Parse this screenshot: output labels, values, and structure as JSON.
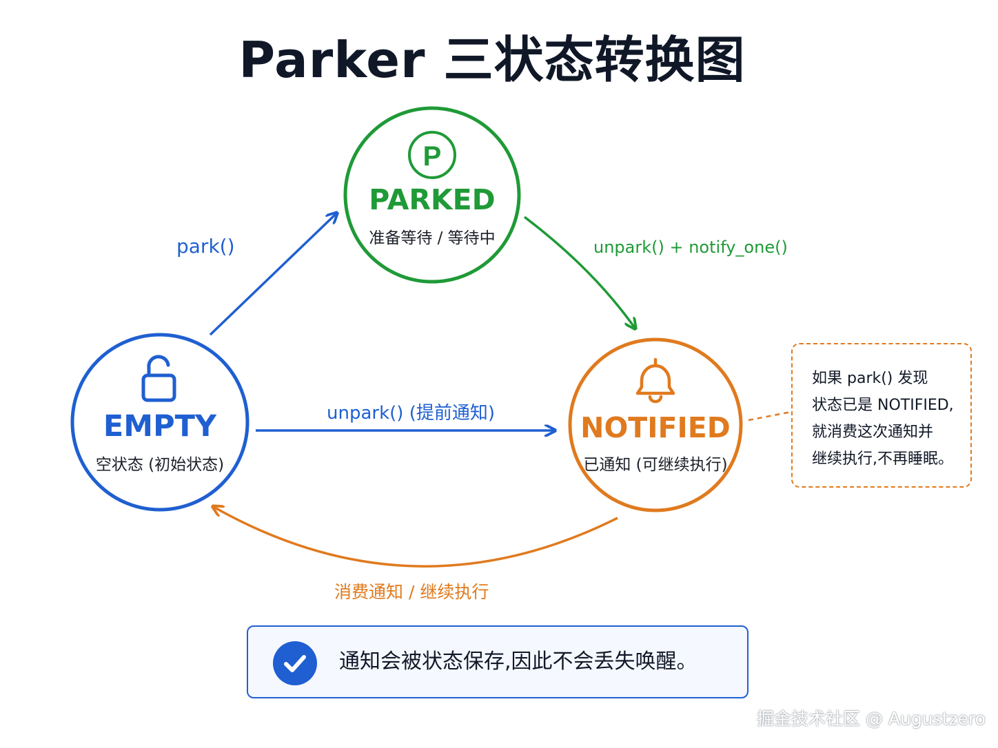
{
  "title": "Parker 三状态转换图",
  "colors": {
    "blue": "#1f5fd1",
    "green": "#1f9a37",
    "orange": "#e07a1e",
    "dark": "#101828"
  },
  "nodes": {
    "parked": {
      "icon": "P",
      "icon_name": "parking-circle-icon",
      "title": "PARKED",
      "subtitle": "准备等待 / 等待中"
    },
    "empty": {
      "icon_name": "unlocked-padlock-icon",
      "title": "EMPTY",
      "subtitle": "空状态 (初始状态)"
    },
    "notified": {
      "icon_name": "bell-icon",
      "title": "NOTIFIED",
      "subtitle": "已通知 (可继续执行)"
    }
  },
  "edges": {
    "park": "park()",
    "unpark_notify": "unpark() + notify_one()",
    "unpark_early": "unpark() (提前通知)",
    "consume": "消费通知 / 继续执行"
  },
  "note": {
    "lines": [
      "如果 park() 发现",
      "状态已是 NOTIFIED,",
      "就消费这次通知并",
      "继续执行,不再睡眠。"
    ]
  },
  "callout": {
    "icon_name": "check-circle-icon",
    "text": "通知会被状态保存,因此不会丢失唤醒。"
  },
  "watermark": "掘金技术社区 @ Augustzero"
}
